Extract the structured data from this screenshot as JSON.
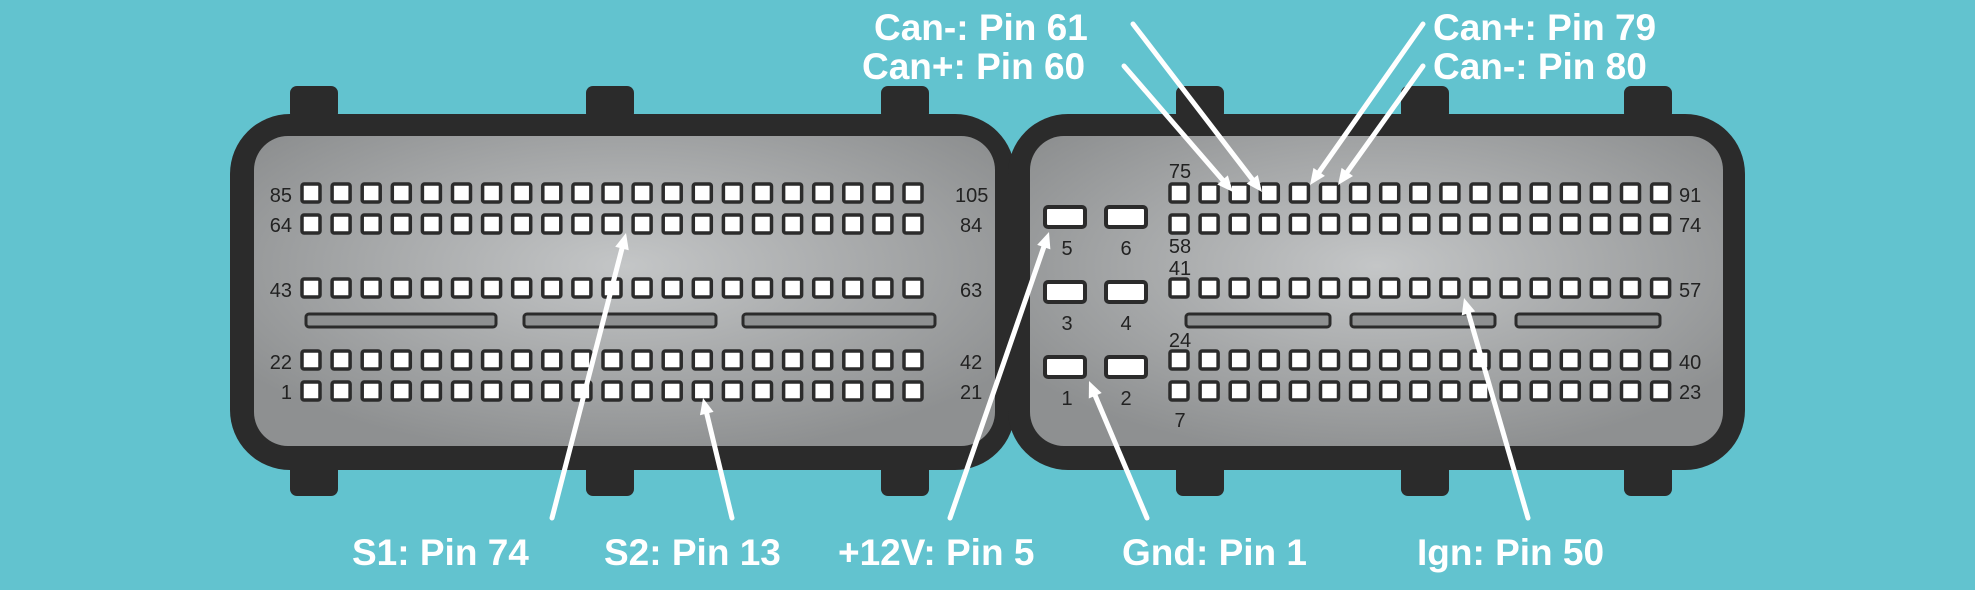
{
  "colors": {
    "background": "#62c3cf",
    "housing": "#2b2b2b",
    "face_light": "#c4c6c7",
    "face_dark": "#8e9091",
    "pin_fill": "#ffffff",
    "label_text": "#ffffff",
    "number_text": "#222222"
  },
  "left_connector": {
    "row_labels_left": [
      "85",
      "64",
      "43",
      "22",
      "1"
    ],
    "row_labels_right": [
      "105",
      "84",
      "63",
      "42",
      "21"
    ]
  },
  "right_connector": {
    "power_pin_labels": [
      "5",
      "6",
      "3",
      "4",
      "1",
      "2"
    ],
    "row_labels_left": [
      "75",
      "58",
      "41",
      "24",
      "7"
    ],
    "row_labels_right": [
      "91",
      "74",
      "57",
      "40",
      "23"
    ]
  },
  "callouts": {
    "can_minus_61": "Can-: Pin 61",
    "can_plus_60": "Can+: Pin 60",
    "can_plus_79": "Can+: Pin 79",
    "can_minus_80": "Can-: Pin 80",
    "s1_74": "S1: Pin 74",
    "s2_13": "S2: Pin 13",
    "plus12v_5": "+12V: Pin 5",
    "gnd_1": "Gnd: Pin 1",
    "ign_50": "Ign: Pin 50"
  }
}
